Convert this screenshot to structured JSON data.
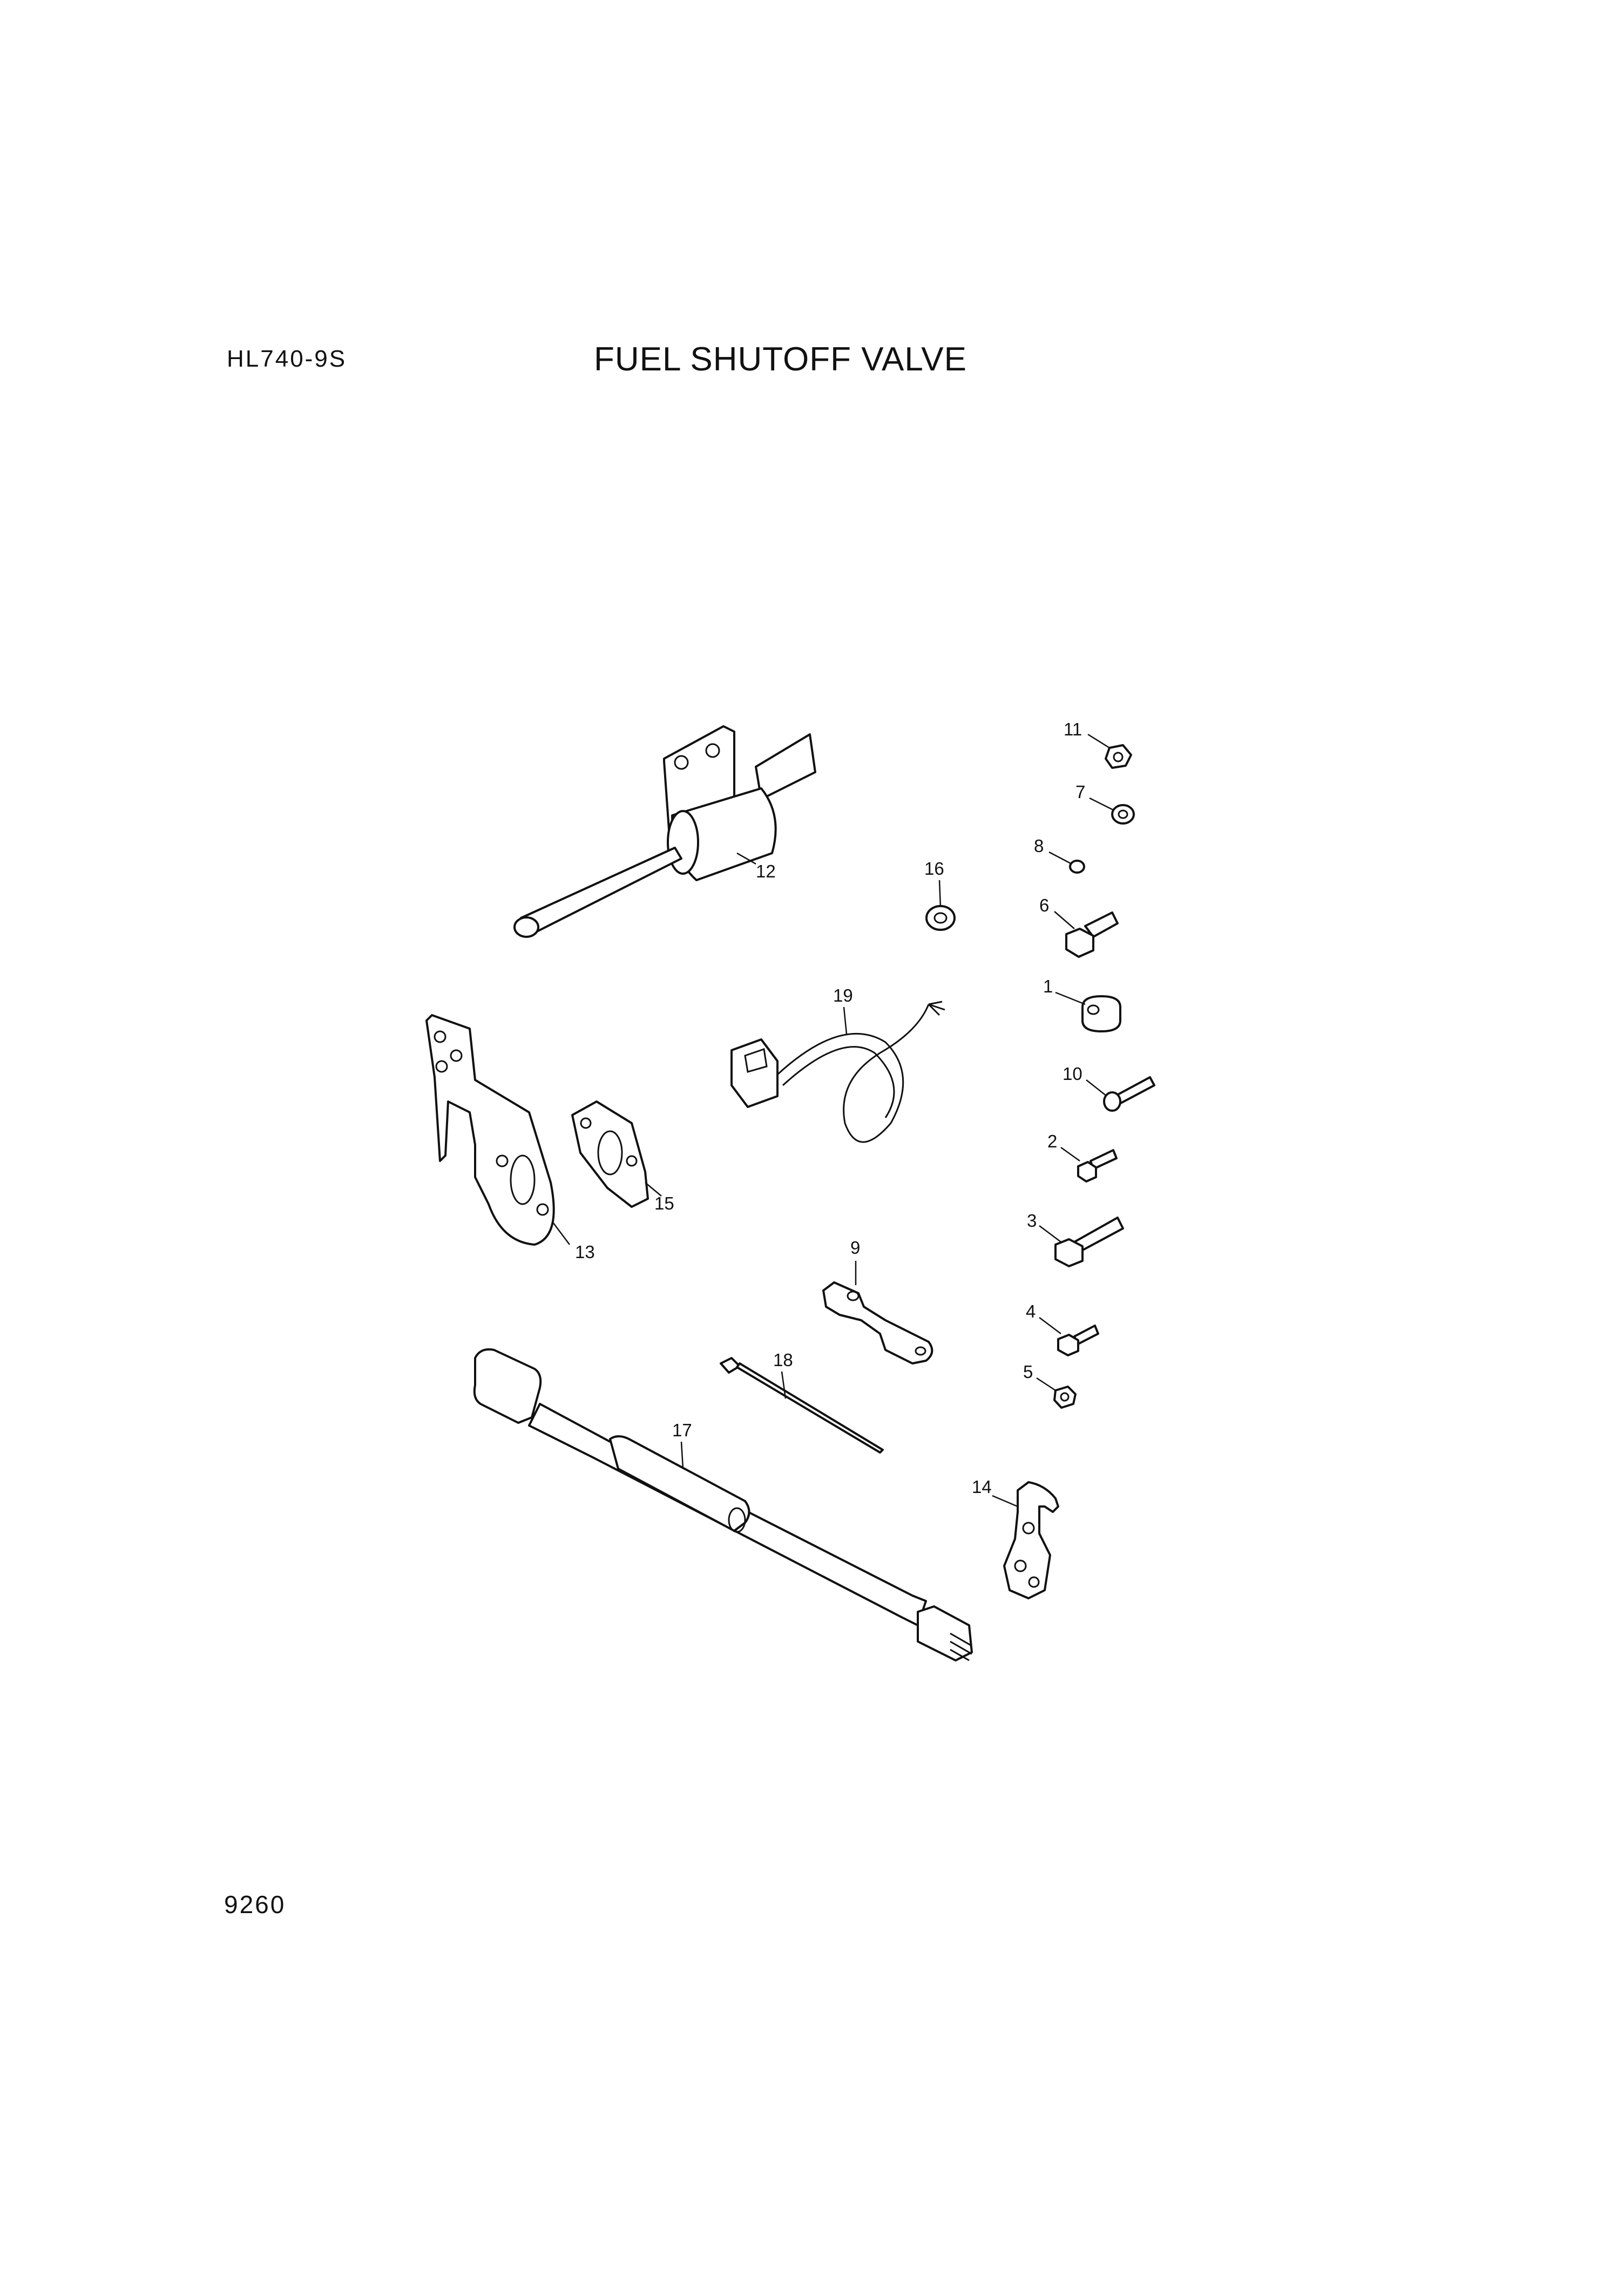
{
  "header": {
    "model": "HL740-9S",
    "title": "FUEL SHUTOFF VALVE"
  },
  "footer": {
    "page_number": "9260"
  },
  "callouts": [
    "1",
    "2",
    "3",
    "4",
    "5",
    "6",
    "7",
    "8",
    "9",
    "10",
    "11",
    "12",
    "13",
    "14",
    "15",
    "16",
    "17",
    "18",
    "19"
  ]
}
